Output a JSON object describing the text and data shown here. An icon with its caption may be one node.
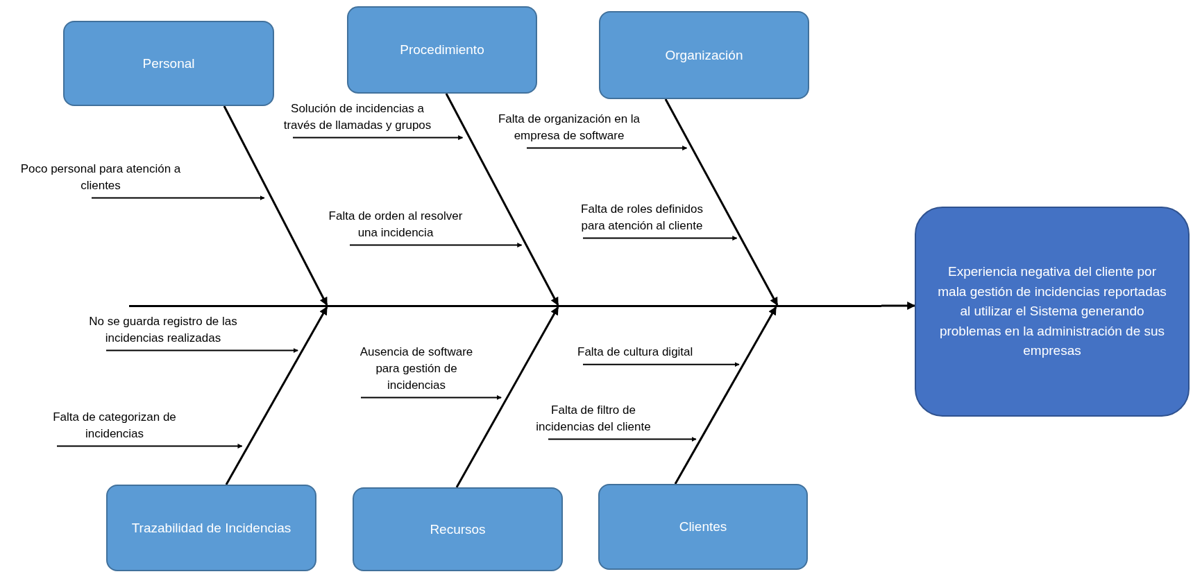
{
  "diagram": {
    "nodes": [
      {
        "text": [
          "Personal"
        ]
      },
      {
        "text": [
          "Procedimiento"
        ]
      },
      {
        "text": [
          "Organización"
        ]
      },
      {
        "text": [
          "Solución de incidencias a través de llamadas y grupos"
        ]
      },
      {
        "text": [
          "Falta de organización en la empresa de software"
        ]
      },
      {
        "text": [
          "Poco personal para atención a clientes"
        ]
      },
      {
        "text": [
          "Falta de orden al resolver una incidencia"
        ]
      },
      {
        "text": [
          "Falta de roles definidos para atención al cliente"
        ]
      },
      {
        "text": [
          "Experiencia negativa del cliente por mala gestión de incidencias reportadas al utilizar el Sistema generando problemas en la administración de sus empresas"
        ]
      },
      {
        "text": [],
        "shape": "bar"
      },
      {
        "text": [
          "No se guarda registro de las incidencias realizadas"
        ]
      },
      {
        "text": [
          "Ausencia de software para gestión de incidencias"
        ]
      },
      {
        "text": [
          "Falta de cultura digital"
        ]
      },
      {
        "text": [
          "Falta de filtro de incidencias del cliente"
        ]
      },
      {
        "text": [
          "Falta de categorizan de incidencias"
        ]
      },
      {
        "text": [
          "Trazabilidad de Incidencias"
        ]
      },
      {
        "text": [
          "Recursos"
        ]
      },
      {
        "text": [
          "Clientes"
        ]
      }
    ],
    "edges": [
      {
        "from": 0,
        "to": 9,
        "arrow": "to"
      },
      {
        "from": 1,
        "to": 9,
        "arrow": "to"
      },
      {
        "from": 2,
        "to": 9,
        "arrow": "to"
      },
      {
        "from": 15,
        "to": 9,
        "arrow": "to"
      },
      {
        "from": 16,
        "to": 9,
        "arrow": "to"
      },
      {
        "from": 17,
        "to": 9,
        "arrow": "to"
      },
      {
        "from": 9,
        "to": 8,
        "arrow": "to"
      },
      {
        "from": 3,
        "to": null,
        "arrow": "to"
      },
      {
        "from": 4,
        "to": null,
        "arrow": "to"
      },
      {
        "from": 5,
        "to": null,
        "arrow": "to"
      },
      {
        "from": 6,
        "to": null,
        "arrow": "to"
      },
      {
        "from": 7,
        "to": null,
        "arrow": "to"
      },
      {
        "from": 10,
        "to": null,
        "arrow": "to"
      },
      {
        "from": 11,
        "to": null,
        "arrow": "to"
      },
      {
        "from": 12,
        "to": null,
        "arrow": "to"
      },
      {
        "from": 13,
        "to": null,
        "arrow": "to"
      },
      {
        "from": 14,
        "to": null,
        "arrow": "to"
      }
    ]
  }
}
